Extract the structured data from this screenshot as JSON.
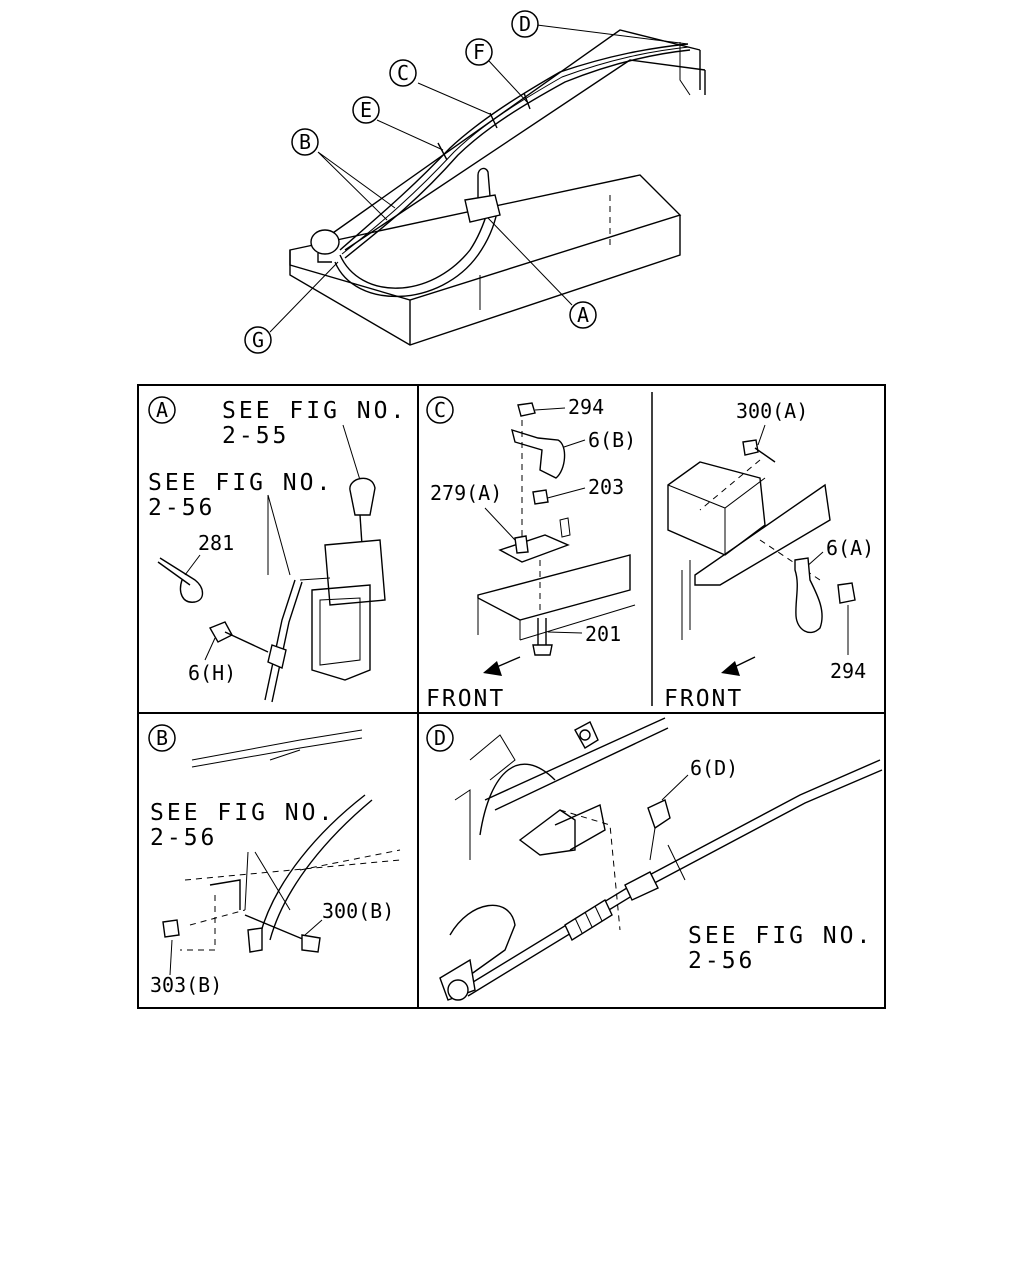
{
  "callouts": {
    "a": "A",
    "b": "B",
    "c": "C",
    "d": "D",
    "e": "E",
    "f": "F",
    "g": "G"
  },
  "panel_a": {
    "letter": "A",
    "note1_l1": "SEE FIG NO.",
    "note1_l2": "2-55",
    "note2_l1": "SEE FIG NO.",
    "note2_l2": "2-56",
    "part_281": "281",
    "part_6h": "6(H)"
  },
  "panel_c": {
    "letter": "C",
    "part_294": "294",
    "part_6b": "6(B)",
    "part_279a": "279(A)",
    "part_203": "203",
    "part_201": "201",
    "front": "FRONT"
  },
  "panel_c2": {
    "part_300a": "300(A)",
    "part_6a": "6(A)",
    "part_294": "294",
    "front": "FRONT"
  },
  "panel_b": {
    "letter": "B",
    "note_l1": "SEE FIG NO.",
    "note_l2": "2-56",
    "part_300b": "300(B)",
    "part_303b": "303(B)"
  },
  "panel_d": {
    "letter": "D",
    "part_6d": "6(D)",
    "note_l1": "SEE FIG NO.",
    "note_l2": "2-56"
  }
}
